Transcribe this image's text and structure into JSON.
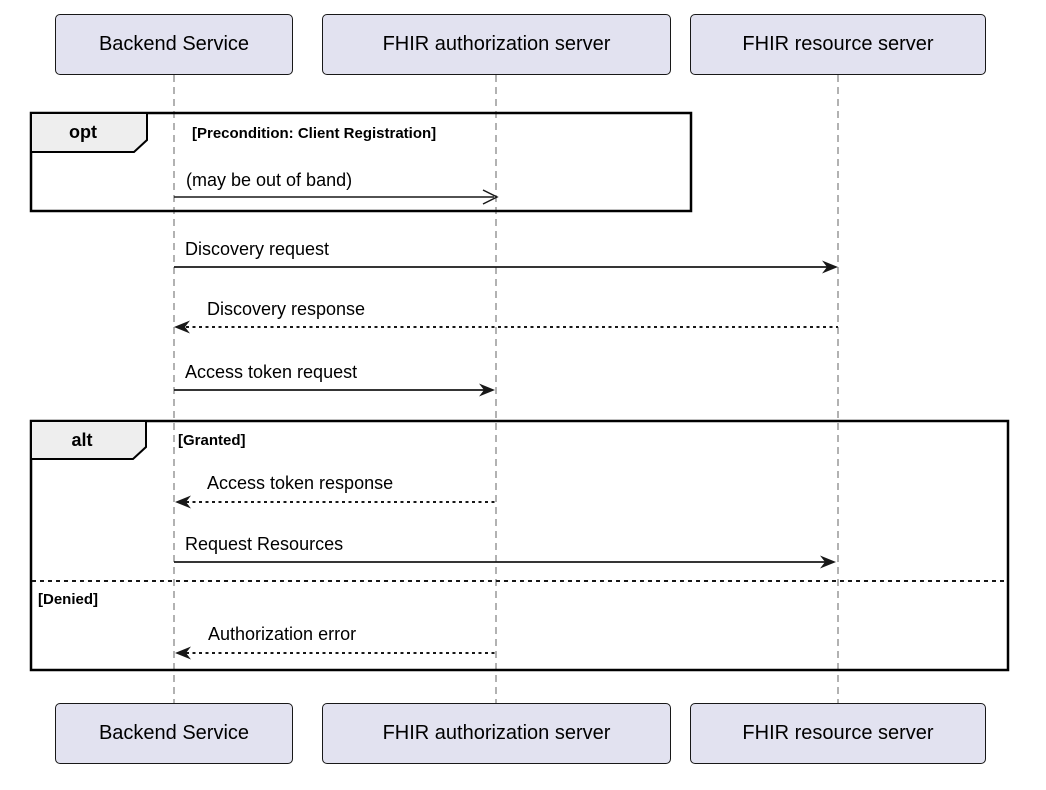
{
  "diagram": {
    "type": "uml-sequence-diagram",
    "colors": {
      "background": "#FFFFFF",
      "participant_fill": "#E2E2F0",
      "participant_border": "#181818",
      "frame_border": "#000000",
      "frame_tab_fill": "#EEEEEE",
      "lifeline": "#999999",
      "message_line": "#181818",
      "text": "#000000"
    },
    "participants": [
      {
        "id": "backend",
        "label": "Backend Service"
      },
      {
        "id": "auth",
        "label": "FHIR authorization server"
      },
      {
        "id": "resource",
        "label": "FHIR resource server"
      }
    ],
    "frames": [
      {
        "operator": "opt",
        "guard": "[Precondition: Client Registration]"
      },
      {
        "operator": "alt",
        "guards": [
          "[Granted]",
          "[Denied]"
        ]
      }
    ],
    "messages": [
      {
        "text": "(may be out of band)",
        "from": "backend",
        "to": "auth",
        "line": "solid",
        "head": "open"
      },
      {
        "text": "Discovery request",
        "from": "backend",
        "to": "resource",
        "line": "solid",
        "head": "filled"
      },
      {
        "text": "Discovery response",
        "from": "resource",
        "to": "backend",
        "line": "dotted",
        "head": "filled"
      },
      {
        "text": "Access token request",
        "from": "backend",
        "to": "auth",
        "line": "solid",
        "head": "filled"
      },
      {
        "text": "Access token response",
        "from": "auth",
        "to": "backend",
        "line": "dotted",
        "head": "filled"
      },
      {
        "text": "Request Resources",
        "from": "backend",
        "to": "resource",
        "line": "solid",
        "head": "filled"
      },
      {
        "text": "Authorization error",
        "from": "auth",
        "to": "backend",
        "line": "dotted",
        "head": "filled"
      }
    ]
  }
}
